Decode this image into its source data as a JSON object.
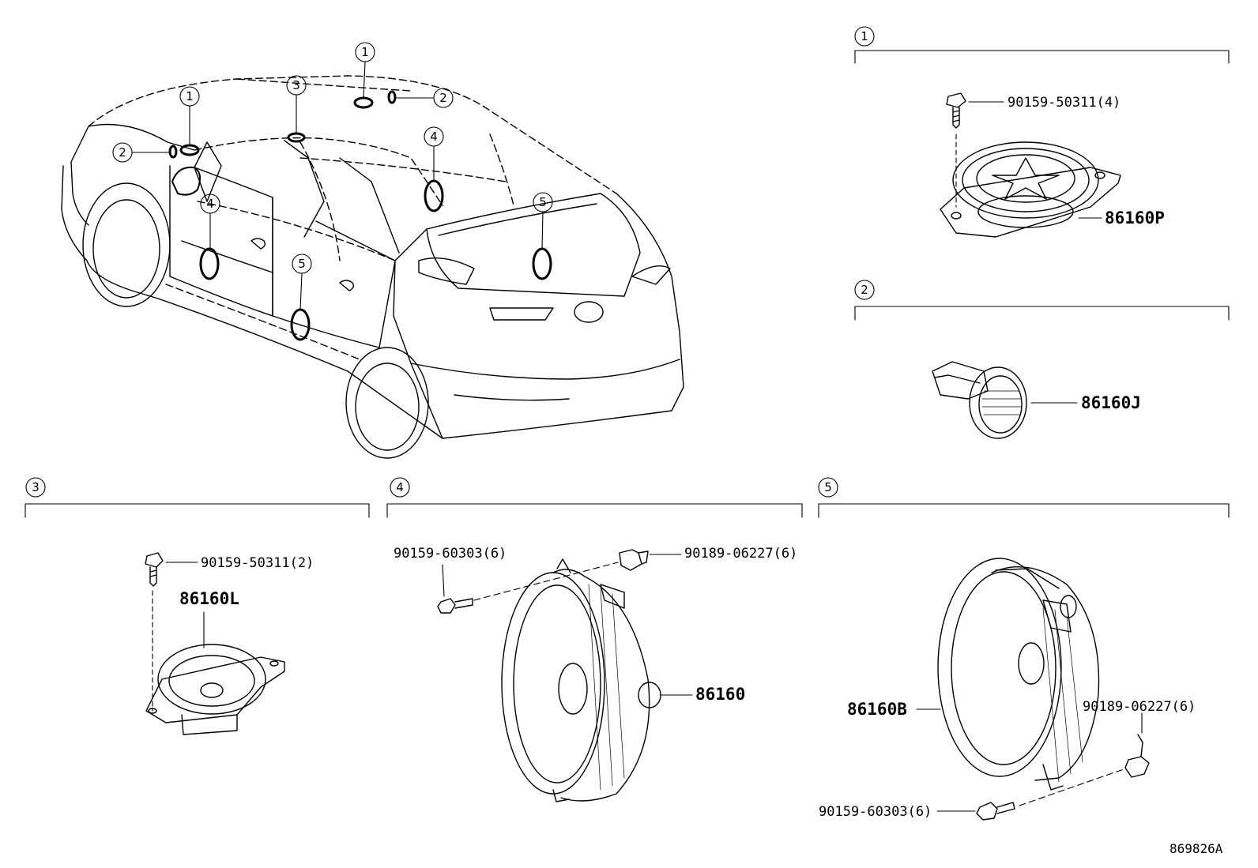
{
  "callouts": [
    "1",
    "2",
    "3",
    "4",
    "5"
  ],
  "sections": [
    {
      "num": "1",
      "parts": [
        "90159-50311(4)",
        "86160P"
      ]
    },
    {
      "num": "2",
      "parts": [
        "86160J"
      ]
    },
    {
      "num": "3",
      "parts": [
        "90159-50311(2)",
        "86160L"
      ]
    },
    {
      "num": "4",
      "parts": [
        "90159-60303(6)",
        "90189-06227(6)",
        "86160"
      ]
    },
    {
      "num": "5",
      "parts": [
        "86160B",
        "90189-06227(6)",
        "90159-60303(6)"
      ]
    }
  ],
  "diagram_ref": "869826A"
}
